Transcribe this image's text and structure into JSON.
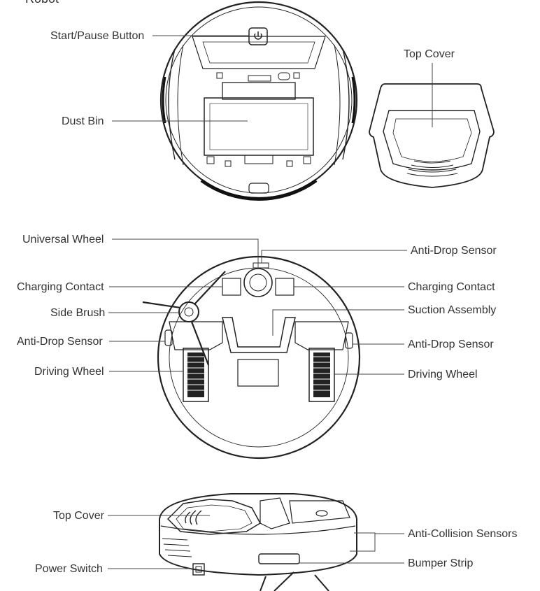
{
  "header_fragment": "Robot",
  "views": {
    "top": {
      "labels": {
        "start_pause": "Start/Pause Button",
        "dust_bin": "Dust Bin",
        "top_cover": "Top Cover"
      }
    },
    "bottom": {
      "labels": {
        "universal_wheel": "Universal Wheel",
        "charging_contact_left": "Charging Contact",
        "side_brush": "Side Brush",
        "anti_drop_left": "Anti-Drop Sensor",
        "driving_wheel_left": "Driving Wheel",
        "anti_drop_top": "Anti-Drop Sensor",
        "charging_contact_right": "Charging Contact",
        "suction_assembly": "Suction Assembly",
        "anti_drop_right": "Anti-Drop Sensor",
        "driving_wheel_right": "Driving Wheel"
      }
    },
    "side": {
      "labels": {
        "top_cover": "Top Cover",
        "power_switch": "Power Switch",
        "anti_collision": "Anti-Collision Sensors",
        "bumper_strip": "Bumper Strip"
      }
    }
  },
  "icons": {
    "power": "power-icon"
  }
}
